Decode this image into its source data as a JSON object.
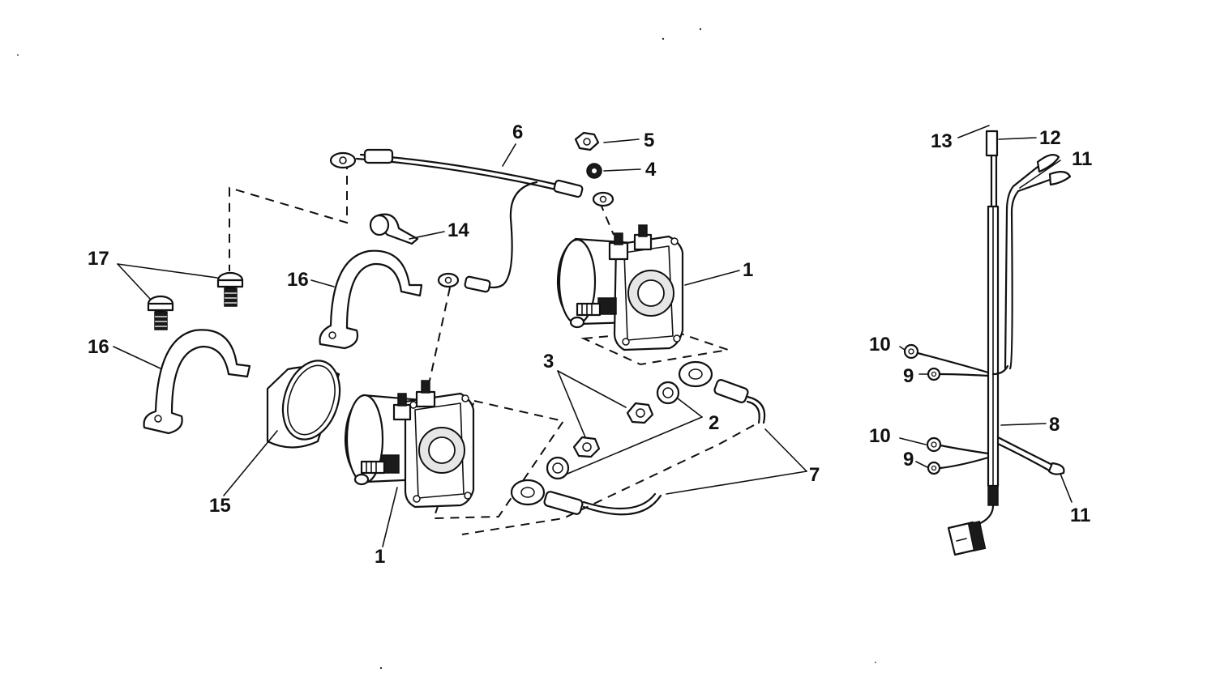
{
  "callouts": [
    {
      "id": "c1a",
      "text": "1"
    },
    {
      "id": "c1b",
      "text": "1"
    },
    {
      "id": "c2",
      "text": "2"
    },
    {
      "id": "c3",
      "text": "3"
    },
    {
      "id": "c4",
      "text": "4"
    },
    {
      "id": "c5",
      "text": "5"
    },
    {
      "id": "c6",
      "text": "6"
    },
    {
      "id": "c7",
      "text": "7"
    },
    {
      "id": "c8",
      "text": "8"
    },
    {
      "id": "c9a",
      "text": "9"
    },
    {
      "id": "c9b",
      "text": "9"
    },
    {
      "id": "c10a",
      "text": "10"
    },
    {
      "id": "c10b",
      "text": "10"
    },
    {
      "id": "c11a",
      "text": "11"
    },
    {
      "id": "c11b",
      "text": "11"
    },
    {
      "id": "c12",
      "text": "12"
    },
    {
      "id": "c13",
      "text": "13"
    },
    {
      "id": "c14",
      "text": "14"
    },
    {
      "id": "c15",
      "text": "15"
    },
    {
      "id": "c16a",
      "text": "16"
    },
    {
      "id": "c16b",
      "text": "16"
    },
    {
      "id": "c17",
      "text": "17"
    }
  ]
}
